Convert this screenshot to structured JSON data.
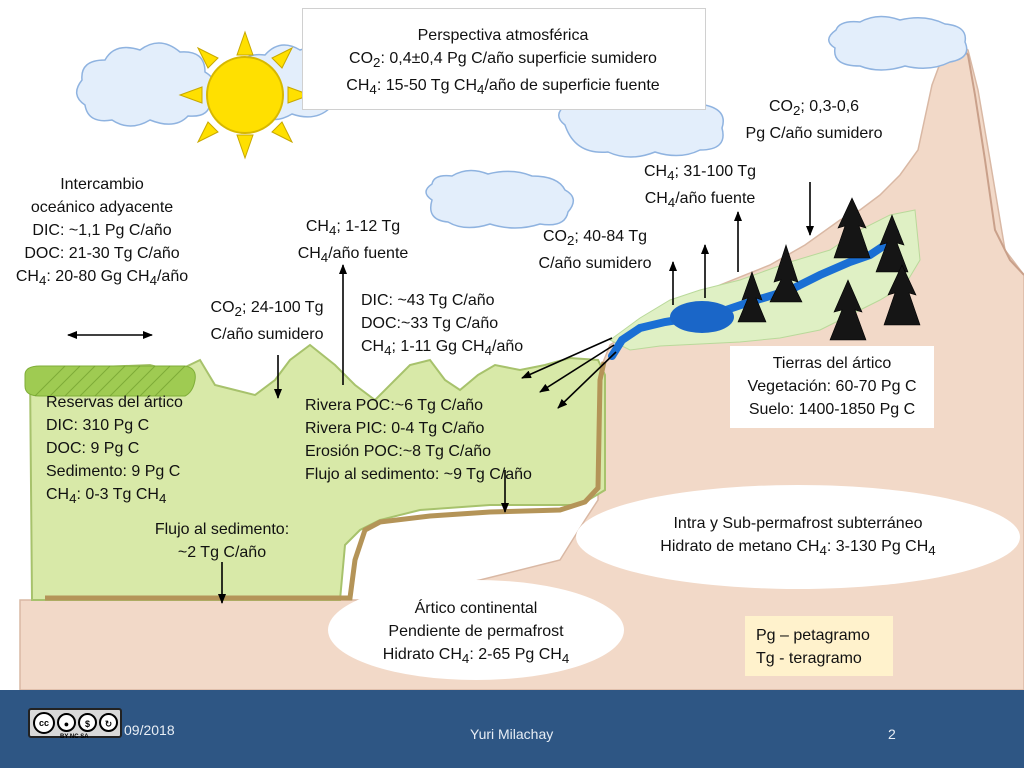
{
  "atmosphere": {
    "title": "Perspectiva atmosférica",
    "co2_label": "CO",
    "co2_sub": "2",
    "co2_text": ": 0,4±0,4 Pg C/año superficie sumidero",
    "ch4_label": "CH",
    "ch4_sub": "4",
    "ch4_text": ": 15-50 Tg CH",
    "ch4_sub2": "4",
    "ch4_text2": "/año de superficie fuente"
  },
  "flux_land_co2": {
    "a": "CO",
    "sub": "2",
    "b": "; 0,3-0,6",
    "line2": "Pg C/año sumidero"
  },
  "flux_land_ch4": {
    "a": "CH",
    "sub": "4",
    "b": "; 31-100 Tg",
    "c": "CH",
    "sub2": "4",
    "d": "/año fuente"
  },
  "flux_delta_co2": {
    "a": "CO",
    "sub": "2",
    "b": "; 40-84 Tg",
    "line2": "C/año sumidero"
  },
  "flux_shelf_ch4": {
    "a": "CH",
    "sub": "4",
    "b": "; 1-12 Tg",
    "c": "CH",
    "sub2": "4",
    "d": "/año fuente"
  },
  "flux_shelf_co2": {
    "a": "CO",
    "sub": "2",
    "b": "; 24-100 Tg",
    "line2": "C/año sumidero"
  },
  "ocean_exchange": {
    "l1": "Intercambio",
    "l2": "oceánico adyacente",
    "l3": "DIC: ~1,1 Pg C/año",
    "l4": "DOC: 21-30 Tg C/año",
    "l5a": "CH",
    "l5sub": "4",
    "l5b": ": 20-80 Gg CH",
    "l5sub2": "4",
    "l5c": "/año"
  },
  "river_export": {
    "l1": "DIC: ~43 Tg C/año",
    "l2": "DOC:~33 Tg C/año",
    "l3a": "CH",
    "l3sub": "4",
    "l3b": "; 1-11 Gg CH",
    "l3sub2": "4",
    "l3c": "/año"
  },
  "arctic_reserves": {
    "l1": "Reservas del ártico",
    "l2": "DIC: 310 Pg C",
    "l3": "DOC: 9 Pg C",
    "l4": "Sedimento: 9 Pg C",
    "l5a": "CH",
    "l5sub": "4",
    "l5b": ": 0-3 Tg CH",
    "l5sub2": "4"
  },
  "river_flows": {
    "l1": "Rivera POC:~6 Tg C/año",
    "l2": "Rivera PIC: 0-4 Tg C/año",
    "l3": "Erosión POC:~8 Tg C/año",
    "l4": "Flujo al sedimento: ~9 Tg C/año"
  },
  "arctic_lands": {
    "l1": "Tierras del ártico",
    "l2": "Vegetación: 60-70 Pg C",
    "l3": "Suelo: 1400-1850 Pg C"
  },
  "sediment_flux": {
    "l1": "Flujo al sedimento:",
    "l2": "~2 Tg C/año"
  },
  "permafrost_sub": {
    "l1": "Intra y Sub-permafrost subterráneo",
    "l2a": "Hidrato de metano CH",
    "l2sub": "4",
    "l2b": ": 3-130 Pg CH",
    "l2sub2": "4"
  },
  "continental": {
    "l1": "Ártico continental",
    "l2": "Pendiente de permafrost",
    "l3a": "Hidrato CH",
    "l3sub": "4",
    "l3b": ": 2-65 Pg CH",
    "l3sub2": "4"
  },
  "legend": {
    "l1": "Pg – petagramo",
    "l2": "Tg - teragramo"
  },
  "footer": {
    "date": "09/2018",
    "author": "Yuri Milachay",
    "page": "2",
    "license_icons": [
      "cc-icon",
      "by-icon",
      "nc-icon",
      "sa-icon"
    ],
    "license_text": "BY  NC  SA"
  },
  "colors": {
    "shelf_green": "#d8e9a8",
    "land_pink": "#f2d9c8",
    "river_blue": "#1a6fd4",
    "lake_blue": "#1a66c8",
    "sun_yellow": "#ffe000",
    "footer_blue": "#2e5684",
    "sediment_brown": "#b49458"
  }
}
